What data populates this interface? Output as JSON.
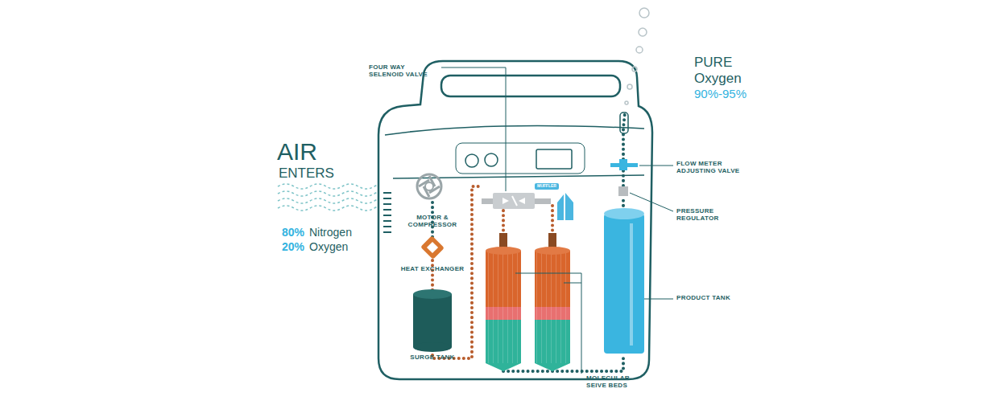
{
  "diagram": {
    "labels": [
      "AIR",
      "ENTERS",
      "80%",
      "Nitrogen",
      "20%",
      "Oxygen",
      "MOTOR & COMPRESSOR",
      "HEAT EXCHANGER",
      "SURGE TANK",
      "FOUR WAY SELENOID VALVE",
      "MUFFLER",
      "MOLECULAR SEIVE BEDS",
      "PRODUCT TANK",
      "PRESSURE REGULATOR",
      "FLOW METER ADJUSTING VALVE",
      "PURE",
      "Oxygen",
      "90%-95%"
    ]
  }
}
